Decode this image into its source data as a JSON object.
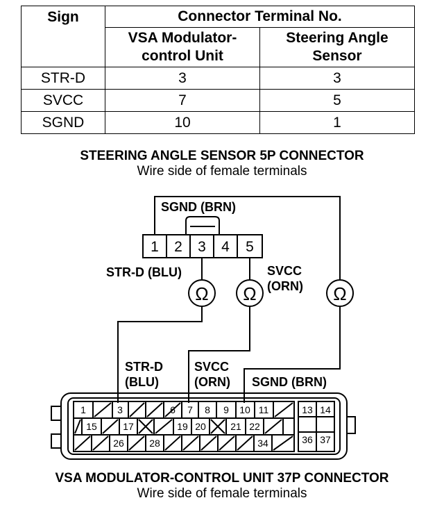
{
  "table": {
    "sign_header": "Sign",
    "group_header": "Connector Terminal No.",
    "col_vsa": [
      "VSA Modulator-",
      "control Unit"
    ],
    "col_sensor": [
      "Steering Angle",
      "Sensor"
    ],
    "rows": [
      {
        "sign": "STR-D",
        "vsa": "3",
        "sensor": "3"
      },
      {
        "sign": "SVCC",
        "vsa": "7",
        "sensor": "5"
      },
      {
        "sign": "SGND",
        "vsa": "10",
        "sensor": "1"
      }
    ]
  },
  "sensor_caption": {
    "title": "STEERING ANGLE SENSOR 5P CONNECTOR",
    "subtitle": "Wire side of female terminals"
  },
  "vsa_caption": {
    "title": "VSA MODULATOR-CONTROL UNIT 37P CONNECTOR",
    "subtitle": "Wire side of female terminals"
  },
  "sensor_terminals": [
    "1",
    "2",
    "3",
    "4",
    "5"
  ],
  "wire_labels": {
    "sgnd_top": "SGND (BRN)",
    "strd_top": "STR-D (BLU)",
    "svcc_top_1": "SVCC",
    "svcc_top_2": "(ORN)",
    "strd_bot_1": "STR-D",
    "strd_bot_2": "(BLU)",
    "svcc_bot_1": "SVCC",
    "svcc_bot_2": "(ORN)",
    "sgnd_bot": "SGND (BRN)"
  },
  "ohm_symbol": "Ω",
  "vsa_terminals": {
    "row1": [
      "1",
      "3",
      "6",
      "7",
      "8",
      "9",
      "10",
      "11"
    ],
    "row2": [
      "15",
      "17",
      "19",
      "20",
      "21",
      "22"
    ],
    "row3": [
      "26",
      "28",
      "34"
    ],
    "right_block": [
      "13",
      "14",
      "36",
      "37"
    ]
  }
}
